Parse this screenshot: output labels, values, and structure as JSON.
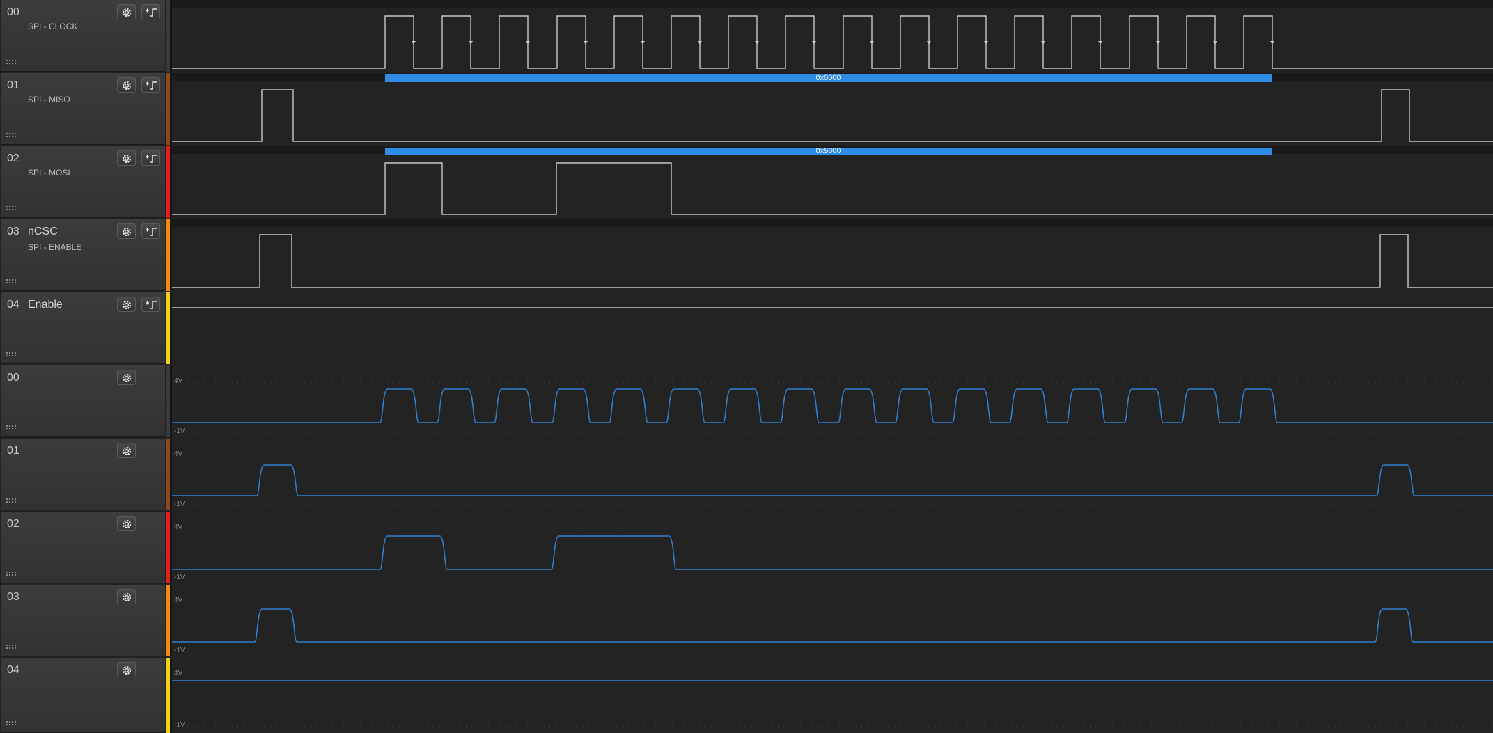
{
  "digital_channels": [
    {
      "number": "00",
      "name": "",
      "label": "SPI - CLOCK",
      "color": "#3a3a3a"
    },
    {
      "number": "01",
      "name": "",
      "label": "SPI - MISO",
      "color": "#8a4a1e"
    },
    {
      "number": "02",
      "name": "",
      "label": "SPI - MOSI",
      "color": "#e0201e"
    },
    {
      "number": "03",
      "name": "nCSC",
      "label": "SPI - ENABLE",
      "color": "#f08a14"
    },
    {
      "number": "04",
      "name": "Enable",
      "label": "",
      "color": "#f0d21e"
    }
  ],
  "analog_channels": [
    {
      "number": "00",
      "color": "#3a3a3a"
    },
    {
      "number": "01",
      "color": "#8a4a1e"
    },
    {
      "number": "02",
      "color": "#e0201e"
    },
    {
      "number": "03",
      "color": "#f08a14"
    },
    {
      "number": "04",
      "color": "#f0d21e"
    }
  ],
  "decoder": {
    "miso_value": "0x0000",
    "mosi_value": "0x9800",
    "bar_color": "#2e8ce6"
  },
  "analog_scale": {
    "top_label": "4V",
    "bottom_label": "-1V"
  },
  "waveform_color": {
    "digital": "#c8c8c8",
    "analog": "#2f7fd0"
  },
  "icons": {
    "settings": "gear-icon",
    "trigger": "trigger-icon",
    "grip": "drag-grip-icon"
  }
}
